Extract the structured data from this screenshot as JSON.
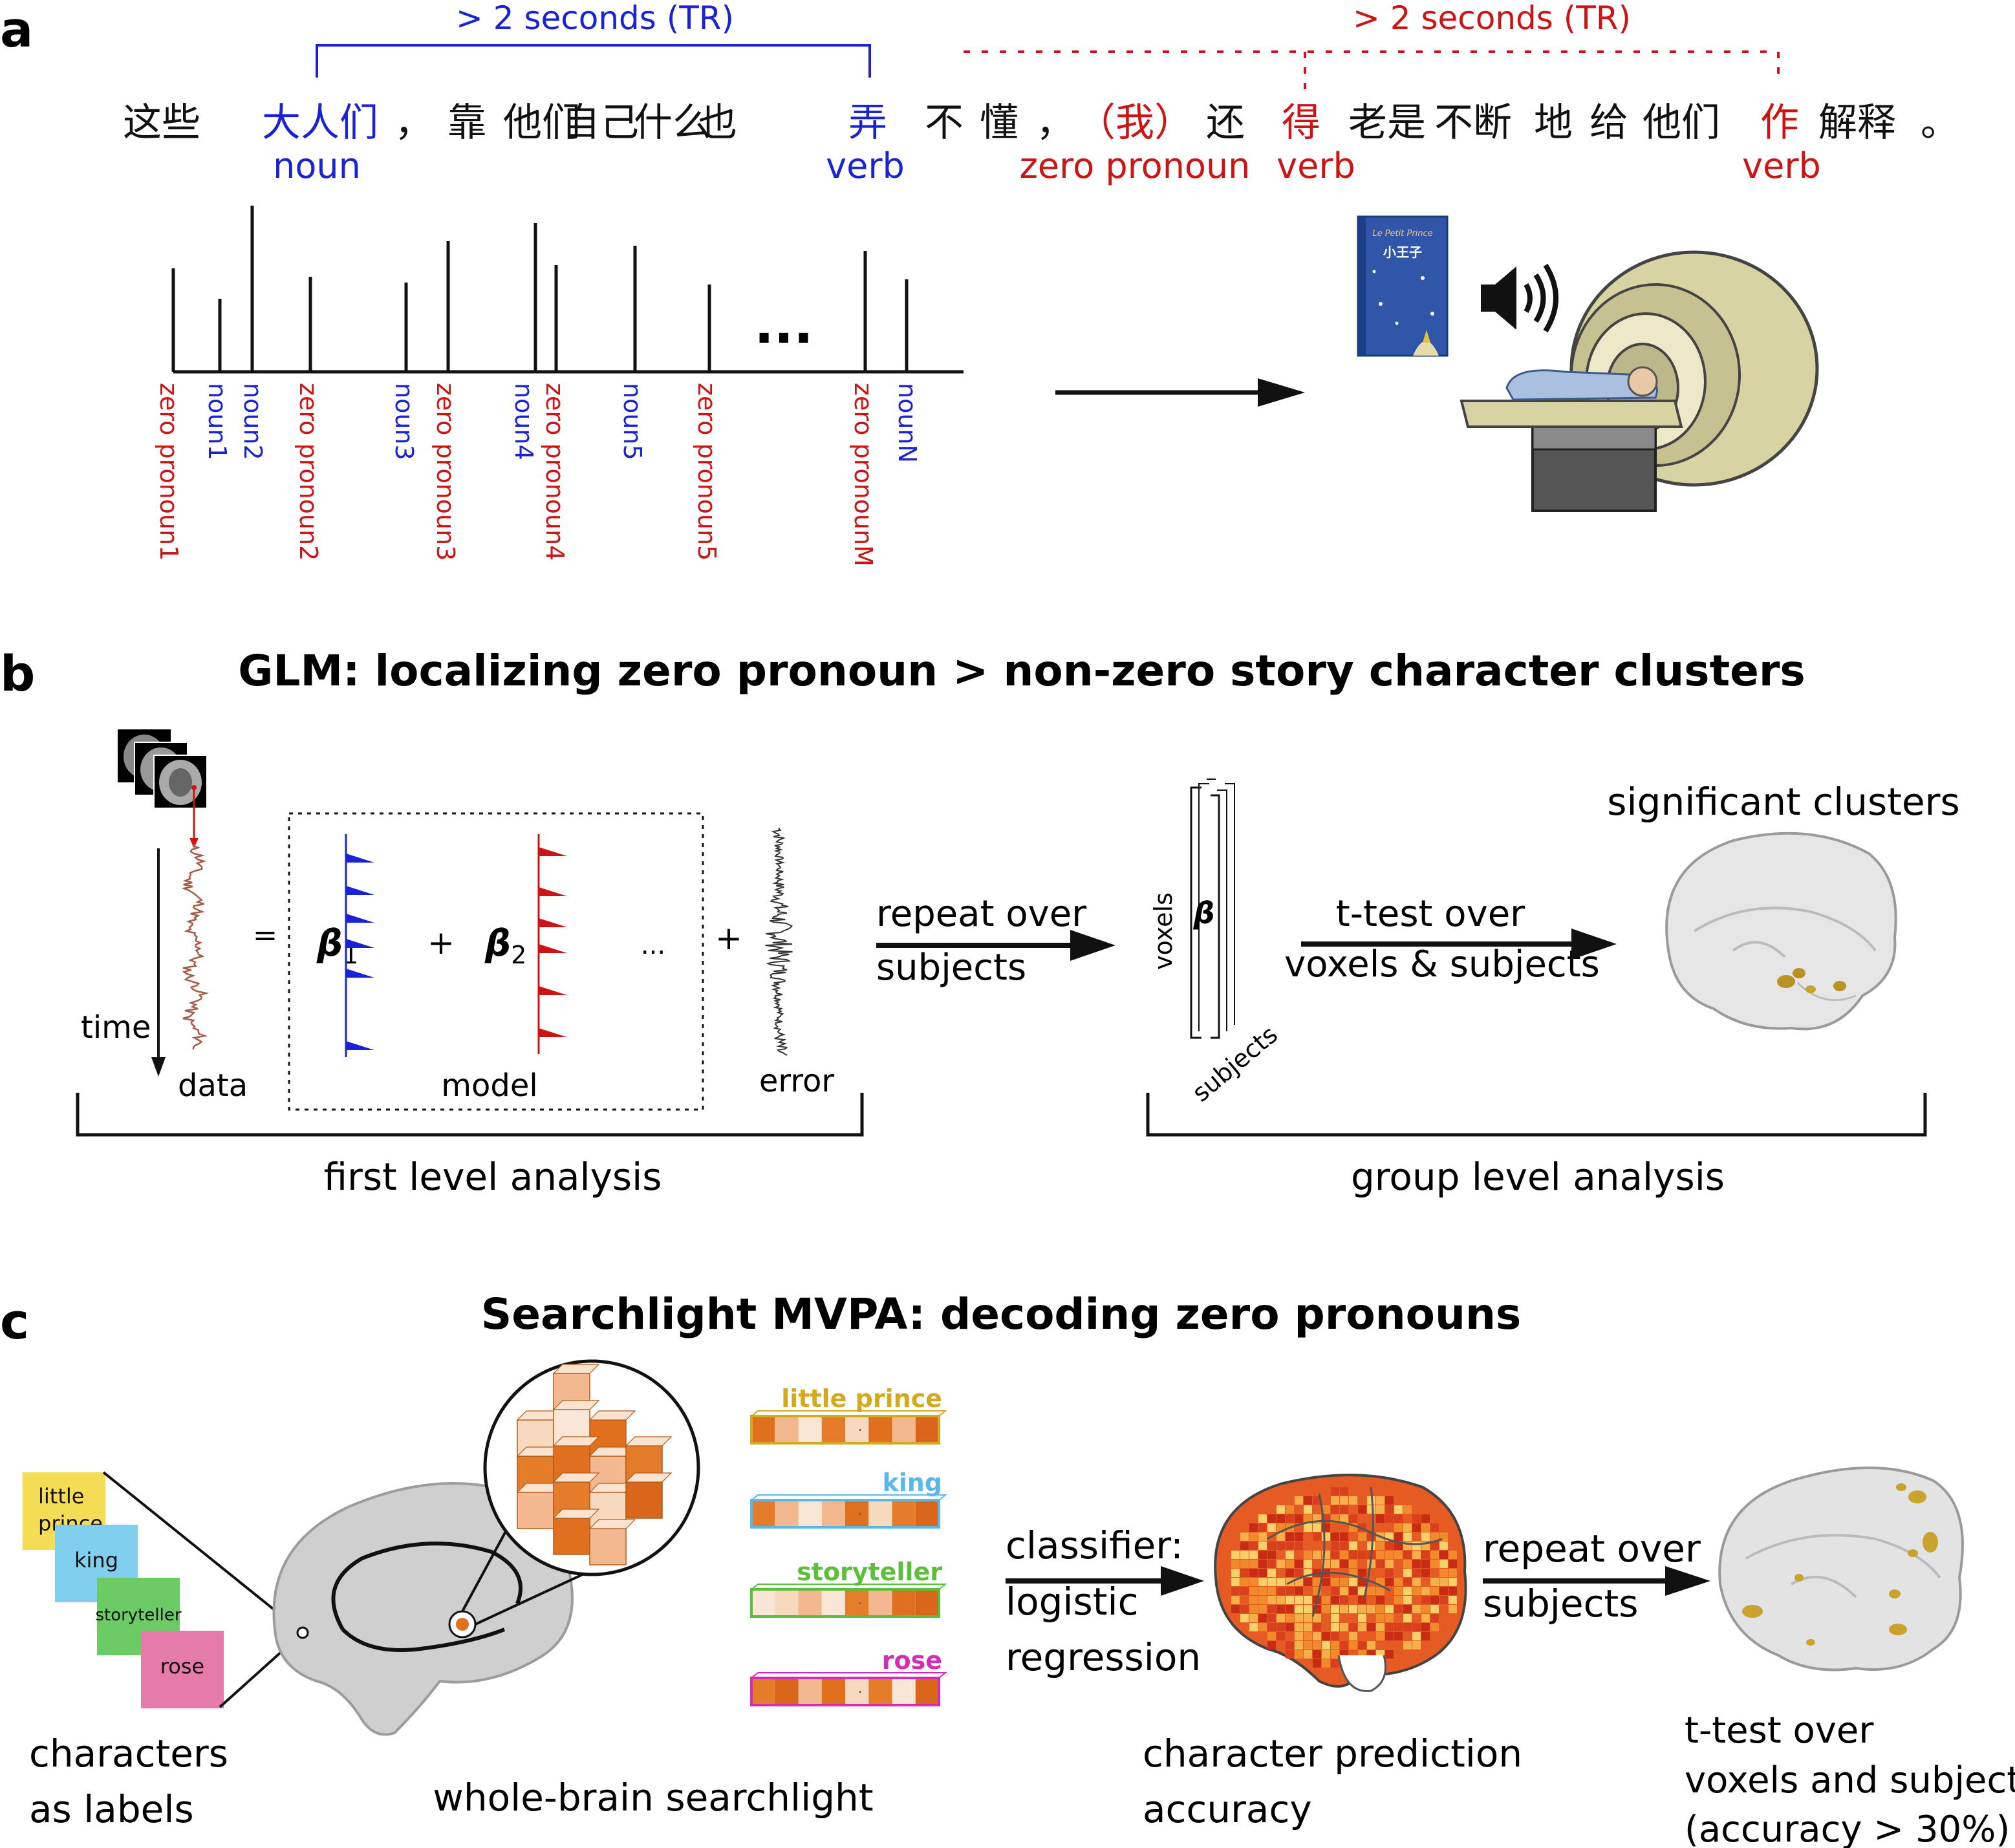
{
  "colors": {
    "blue": "#1a22d6",
    "red": "#cc1414",
    "black": "#111111",
    "orange": "#e0701e",
    "lightorange": "#f6c9a4",
    "grey": "#bdbdbd",
    "yellow": "#f5dc55",
    "cyan": "#80cfef",
    "green": "#6ccb64",
    "pink": "#e57ba9"
  },
  "panel_a": {
    "label": "a",
    "tr_left": "> 2 seconds (TR)",
    "tr_right": "> 2 seconds (TR)",
    "sentence": [
      "这些",
      "大人们",
      "，",
      "靠",
      "他们",
      "自己",
      "什么",
      "也",
      "弄",
      "不",
      "懂",
      "，",
      "（我）",
      "还",
      "得",
      "老是",
      "不断",
      "地",
      "给",
      "他们",
      "作",
      "解释",
      "。"
    ],
    "tag_noun": "noun",
    "tag_verb1": "verb",
    "tag_zero": "zero pronoun",
    "tag_verb2": "verb",
    "tag_verb3": "verb",
    "ellipsis": "...",
    "events": [
      {
        "label": "zero pronoun1",
        "kind": "zero"
      },
      {
        "label": "noun1",
        "kind": "noun"
      },
      {
        "label": "noun2",
        "kind": "noun"
      },
      {
        "label": "zero pronoun2",
        "kind": "zero"
      },
      {
        "label": "noun3",
        "kind": "noun"
      },
      {
        "label": "zero pronoun3",
        "kind": "zero"
      },
      {
        "label": "noun4",
        "kind": "noun"
      },
      {
        "label": "zero pronoun4",
        "kind": "zero"
      },
      {
        "label": "noun5",
        "kind": "noun"
      },
      {
        "label": "zero pronoun5",
        "kind": "zero"
      },
      {
        "label": "zero pronounM",
        "kind": "zero"
      },
      {
        "label": "nounN",
        "kind": "noun"
      }
    ],
    "book_title": "Le Petit Prince",
    "book_subtitle": "小王子",
    "icons": [
      "speaker-icon",
      "mri-scanner-icon",
      "book-icon"
    ]
  },
  "panel_b": {
    "label": "b",
    "title": "GLM: localizing zero pronoun > non-zero story character clusters",
    "time": "time",
    "data": "data",
    "eq": "=",
    "beta1": "β",
    "beta1_sub": "1",
    "plus1": "+",
    "beta2": "β",
    "beta2_sub": "2",
    "dots": "...",
    "plus2": "+",
    "model": "model",
    "error": "error",
    "repeat1": "repeat over",
    "repeat2": "subjects",
    "voxels": "voxels",
    "beta": "β",
    "subjects": "subjects",
    "ttest1": "t-test over",
    "ttest2": "voxels & subjects",
    "sig": "significant clusters",
    "first_level": "first level analysis",
    "group_level": "group level analysis"
  },
  "panel_c": {
    "label": "c",
    "title": "Searchlight MVPA: decoding zero pronouns",
    "cards": [
      {
        "label1": "little",
        "label2": "prince",
        "color": "#f5dc55"
      },
      {
        "label1": "king",
        "label2": "",
        "color": "#80cfef"
      },
      {
        "label1": "storyteller",
        "label2": "",
        "color": "#6ccb64"
      },
      {
        "label1": "rose",
        "label2": "",
        "color": "#e57ba9"
      }
    ],
    "characters1": "characters",
    "characters2": "as labels",
    "searchlight": "whole-brain searchlight",
    "patterns": [
      {
        "name": "little prince",
        "color": "#d4a820"
      },
      {
        "name": "king",
        "color": "#5ab8e8"
      },
      {
        "name": "storyteller",
        "color": "#5cbf3c"
      },
      {
        "name": "rose",
        "color": "#d12db7"
      }
    ],
    "classifier1": "classifier:",
    "classifier2": "logistic",
    "classifier3": "regression",
    "prediction1": "character prediction",
    "prediction2": "accuracy",
    "repeat1": "repeat over",
    "repeat2": "subjects",
    "ttest1": "t-test over",
    "ttest2": "voxels and subjects",
    "ttest3": "(accuracy > 30%)"
  }
}
